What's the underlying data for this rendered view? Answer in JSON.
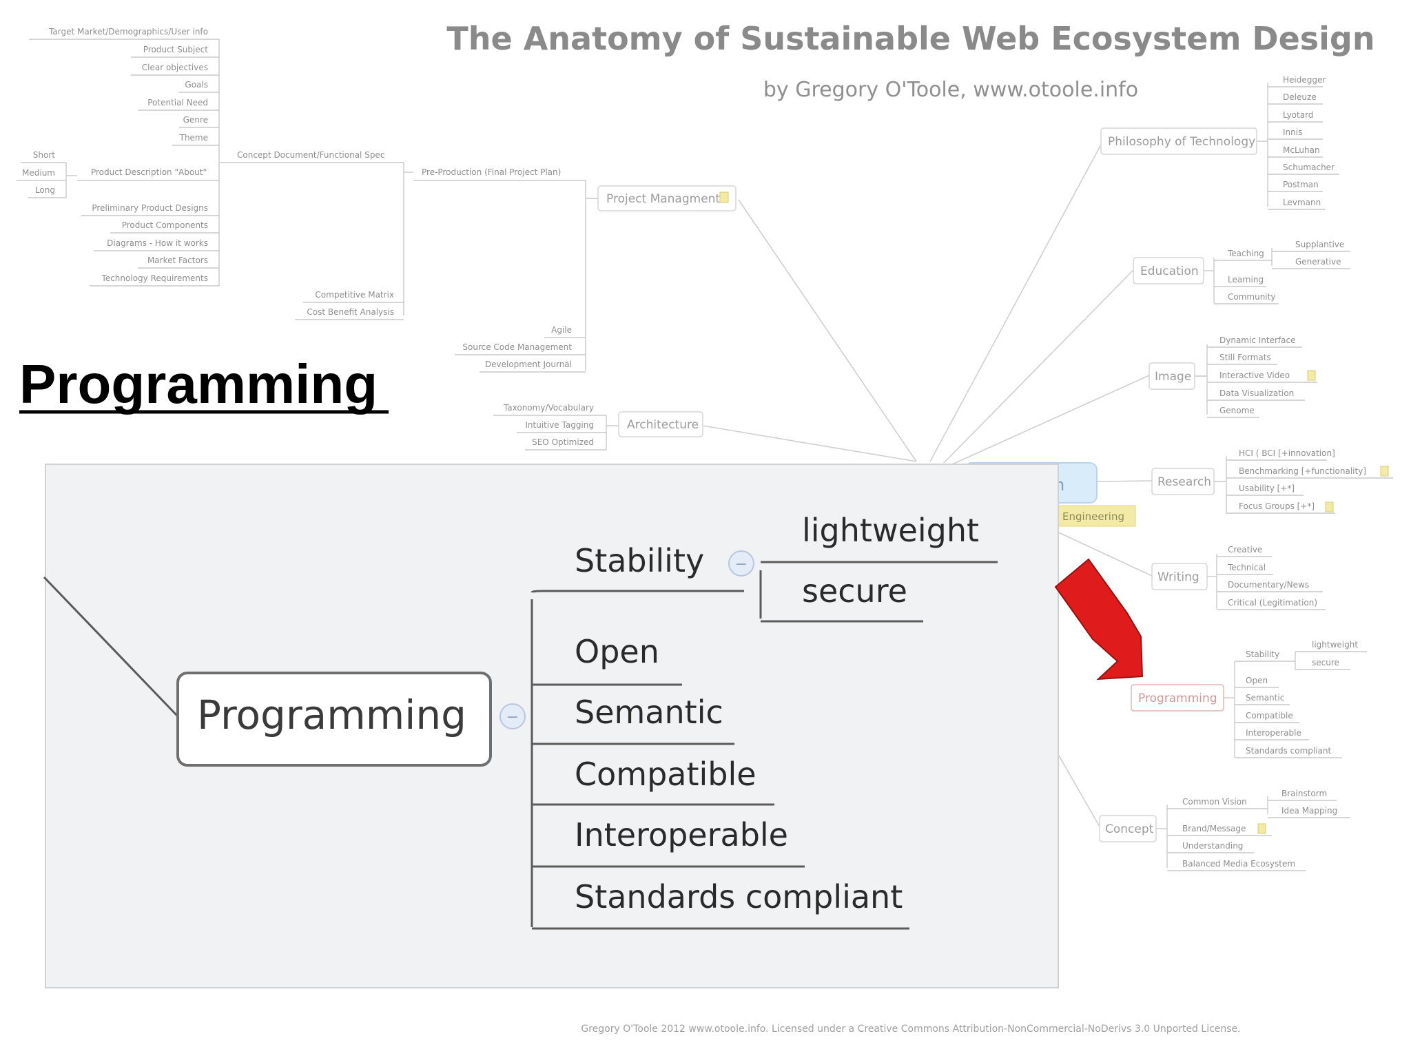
{
  "title": "The Anatomy of Sustainable Web Ecosystem Design",
  "subtitle": "by Gregory O'Toole, www.otoole.info",
  "heading": "Programming",
  "footer": "Gregory O'Toole 2012 www.otoole.info. Licensed under a Creative Commons Attribution-NonCommercial-NoDerivs 3.0 Unported License.",
  "center_partial": {
    "label": "n",
    "tag": "Engineering"
  },
  "left": {
    "top_list": [
      "Target Market/Demographics/User info",
      "Product Subject",
      "Clear objectives",
      "Goals",
      "Potential Need",
      "Genre",
      "Theme"
    ],
    "length_options": [
      "Short",
      "Medium",
      "Long"
    ],
    "product_description": "Product Description \"About\"",
    "lower_list": [
      "Preliminary Product Designs",
      "Product Components",
      "Diagrams - How it works",
      "Market Factors",
      "Technology Requirements"
    ],
    "concept_document": "Concept Document/Functional Spec",
    "pre_production": "Pre-Production (Final Project Plan)",
    "analysis": [
      "Competitive Matrix",
      "Cost Benefit Analysis"
    ],
    "pm_tools": [
      "Agile",
      "Source Code Management",
      "Development Journal"
    ],
    "project_management": "Project Managment",
    "architecture_children": [
      "Taxonomy/Vocabulary",
      "Intuitive Tagging",
      "SEO Optimized"
    ],
    "architecture": "Architecture"
  },
  "right": {
    "philosophy": {
      "label": "Philosophy of Technology",
      "children": [
        "Heidegger",
        "Deleuze",
        "Lyotard",
        "Innis",
        "McLuhan",
        "Schumacher",
        "Postman",
        "Levmann"
      ]
    },
    "education": {
      "label": "Education",
      "teaching": "Teaching",
      "teaching_children": [
        "Supplantive",
        "Generative"
      ],
      "others": [
        "Learning",
        "Community"
      ]
    },
    "image": {
      "label": "Image",
      "children": [
        "Dynamic Interface",
        "Still Formats",
        "Interactive Video",
        "Data Visualization",
        "Genome"
      ]
    },
    "research": {
      "label": "Research",
      "children": [
        "HCI ( BCI [+innovation]",
        "Benchmarking [+functionality]",
        "Usability [+*]",
        "Focus Groups [+*]"
      ]
    },
    "writing": {
      "label": "Writing",
      "children": [
        "Creative",
        "Technical",
        "Documentary/News",
        "Critical (Legitimation)"
      ]
    },
    "programming": {
      "label": "Programming",
      "stability": "Stability",
      "stability_children": [
        "lightweight",
        "secure"
      ],
      "children": [
        "Open",
        "Semantic",
        "Compatible",
        "Interoperable",
        "Standards compliant"
      ]
    },
    "concept": {
      "label": "Concept",
      "common_vision": "Common Vision",
      "common_vision_children": [
        "Brainstorm",
        "Idea Mapping"
      ],
      "others": [
        "Brand/Message",
        "Understanding",
        "Balanced Media Ecosystem"
      ]
    }
  },
  "zoom": {
    "main": "Programming",
    "stability": "Stability",
    "stability_children": [
      "lightweight",
      "secure"
    ],
    "children": [
      "Open",
      "Semantic",
      "Compatible",
      "Interoperable",
      "Standards compliant"
    ],
    "collapse_symbol": "−"
  },
  "colors": {
    "arrow": "#e01b1b",
    "heading": "#000000",
    "center_node": "#d9ecf9",
    "tag": "#f3eaa6"
  }
}
